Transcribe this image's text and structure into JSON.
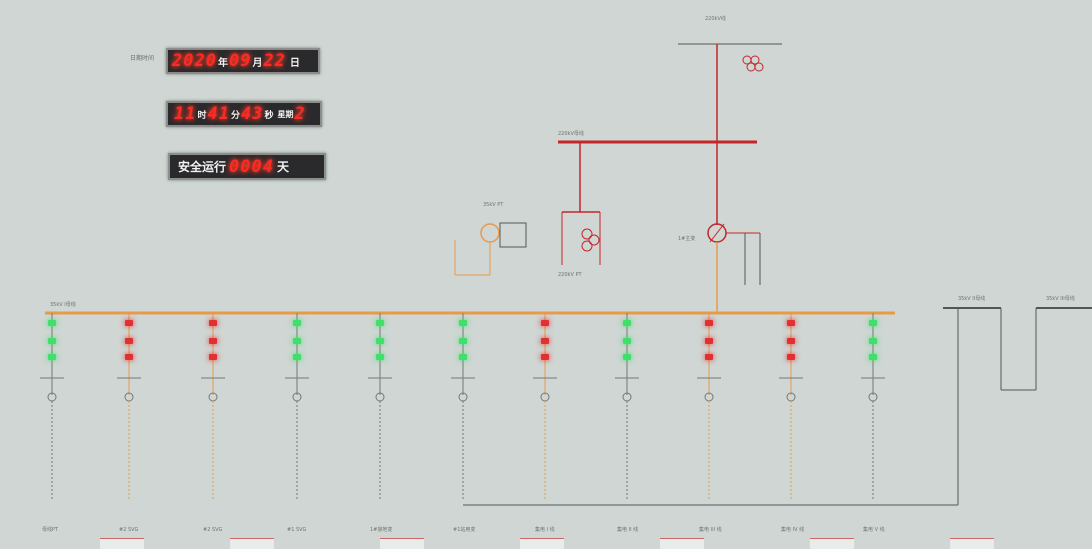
{
  "clock": {
    "date_label": "日期时间",
    "year": "2020",
    "year_unit": "年",
    "month": "09",
    "month_unit": "月",
    "day": "22",
    "day_unit": "日",
    "hour": "11",
    "hour_unit": "时",
    "minute": "41",
    "minute_unit": "分",
    "second": "43",
    "second_unit": "秒",
    "weekday_label": "星期",
    "weekday": "2"
  },
  "safety": {
    "label": "安全运行",
    "days": "0004",
    "unit": "天"
  },
  "feeders": [
    {
      "name": "母线PT",
      "status": "on"
    },
    {
      "name": "#2 SVG",
      "status": "off"
    },
    {
      "name": "#2 SVG",
      "status": "off"
    },
    {
      "name": "#1 SVG",
      "status": "on"
    },
    {
      "name": "1#接地变",
      "status": "on"
    },
    {
      "name": "#1站用变",
      "status": "on"
    },
    {
      "name": "集电 I 线",
      "status": "off"
    },
    {
      "name": "集电 II 线",
      "status": "on"
    },
    {
      "name": "集电 III 线",
      "status": "off"
    },
    {
      "name": "集电 IV 线",
      "status": "off"
    },
    {
      "name": "集电 V 线",
      "status": "on"
    }
  ],
  "labels": {
    "bus_35kv": "35kV I母线",
    "bus_220kv": "220kV母线",
    "main_transformer": "1#主变",
    "line_220kv": "220kV线",
    "bus_35kv_ii": "35kV II母线",
    "bus_35kv_iii": "35kV III母线",
    "pt_220": "220kV PT",
    "zigzag_pt": "35kV PT"
  },
  "colors": {
    "background": "#cfd6d3",
    "led_red": "#ff2a22",
    "closed_red": "#e23030",
    "open_green": "#3ee06a",
    "bus_orange": "#e89a4a",
    "bus_red": "#c4262a"
  }
}
